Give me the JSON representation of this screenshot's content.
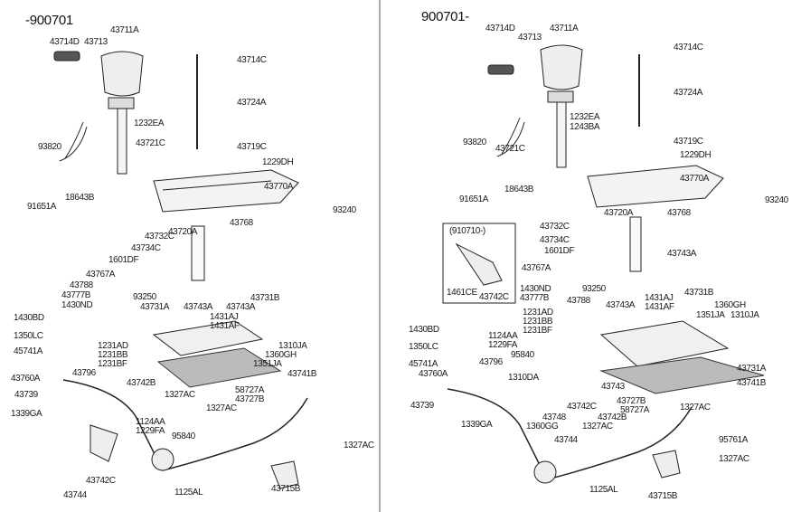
{
  "left_panel": {
    "header": "-900701",
    "labels": [
      "43714D",
      "43713",
      "43711A",
      "43714C",
      "43724A",
      "1232EA",
      "43721C",
      "93820",
      "43719C",
      "1229DH",
      "43770A",
      "18643B",
      "91651A",
      "93240",
      "43732C",
      "43768",
      "43720A",
      "43734C",
      "1601DF",
      "43767A",
      "43788",
      "43777B",
      "1430ND",
      "93250",
      "43731B",
      "43731A",
      "43743A",
      "43743A",
      "1431AJ",
      "1431AF",
      "1430BD",
      "1350LC",
      "1231AD",
      "1231BB",
      "1231BF",
      "1310JA",
      "1360GH",
      "1351JA",
      "45741A",
      "43741B",
      "43796",
      "43742B",
      "43760A",
      "43739",
      "1327AC",
      "58727A",
      "43727B",
      "1327AC",
      "1339GA",
      "1124AA",
      "1229FA",
      "95840",
      "1327AC",
      "43742C",
      "43744",
      "1125AL",
      "43715B"
    ]
  },
  "right_panel": {
    "header": "900701-",
    "inset": {
      "title": "(910710-)",
      "labels": [
        "1461CE",
        "43742C"
      ]
    },
    "labels": [
      "43714D",
      "43713",
      "43711A",
      "43714C",
      "43724A",
      "1232EA",
      "1243BA",
      "93820",
      "43721C",
      "43719C",
      "1229DH",
      "43770A",
      "18643B",
      "91651A",
      "93240",
      "43720A",
      "43768",
      "43732C",
      "43734C",
      "1601DF",
      "43743A",
      "43767A",
      "1430ND",
      "43777B",
      "43788",
      "93250",
      "43743A",
      "1431AJ",
      "1431AF",
      "43731B",
      "1231AD",
      "1231BB",
      "1231BF",
      "1360GH",
      "1351JA",
      "1310JA",
      "1430BD",
      "1124AA",
      "1229FA",
      "1350LC",
      "95840",
      "45741A",
      "43731A",
      "43796",
      "43760A",
      "1310DA",
      "43743",
      "43741B",
      "43739",
      "43742C",
      "43727B",
      "58727A",
      "1327AC",
      "1360GG",
      "43748",
      "43742B",
      "1339GA",
      "1327AC",
      "43744",
      "95761A",
      "1327AC",
      "1125AL",
      "43715B"
    ]
  }
}
